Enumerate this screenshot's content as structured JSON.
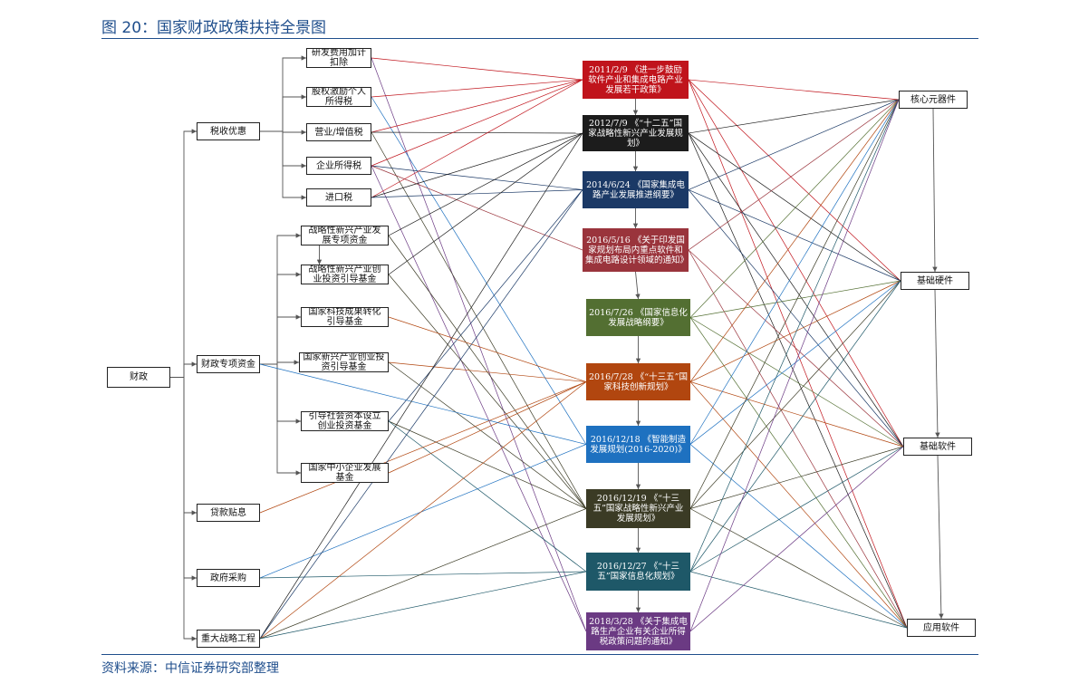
{
  "header": {
    "title": "图 20：国家财政政策扶持全景图"
  },
  "footer": {
    "source": "资料来源：中信证券研究部整理"
  },
  "diagram": {
    "nodes": [
      {
        "id": "caizheng",
        "label": "财政"
      },
      {
        "id": "shuishou",
        "label": "税收优惠"
      },
      {
        "id": "zhuanxiang",
        "label": "财政专项资金"
      },
      {
        "id": "daikuan",
        "label": "贷款贴息"
      },
      {
        "id": "caigou",
        "label": "政府采购"
      },
      {
        "id": "zhongda",
        "label": "重大战略工程"
      },
      {
        "id": "t1",
        "label": "研发费用加计扣除"
      },
      {
        "id": "t2",
        "label": "股权激励个人所得税"
      },
      {
        "id": "t3",
        "label": "营业/增值税"
      },
      {
        "id": "t4",
        "label": "企业所得税"
      },
      {
        "id": "t5",
        "label": "进口税"
      },
      {
        "id": "f1",
        "label": "战略性新兴产业发展专项资金"
      },
      {
        "id": "f2",
        "label": "战略性新兴产业创业投资引导基金"
      },
      {
        "id": "f3",
        "label": "国家科技成果转化引导基金"
      },
      {
        "id": "f4",
        "label": "国家新兴产业创业投资引导基金"
      },
      {
        "id": "f5",
        "label": "引导社会资本设立创业投资基金"
      },
      {
        "id": "f6",
        "label": "国家中小企业发展基金"
      },
      {
        "id": "p1",
        "label": "2011/2/9 《进一步鼓励软件产业和集成电路产业发展若干政策》",
        "color": "#c0141c"
      },
      {
        "id": "p2",
        "label": "2012/7/9 《“十二五”国家战略性新兴产业发展规划》",
        "color": "#1c1c1c"
      },
      {
        "id": "p3",
        "label": "2014/6/24 《国家集成电路产业发展推进纲要》",
        "color": "#1b3966"
      },
      {
        "id": "p4",
        "label": "2016/5/16 《关于印发国家规划布局内重点软件和集成电路设计领域的通知》",
        "color": "#9a343c"
      },
      {
        "id": "p5",
        "label": "2016/7/26 《国家信息化发展战略纲要》",
        "color": "#536f32"
      },
      {
        "id": "p6",
        "label": "2016/7/28 《“十三五”国家科技创新规划》",
        "color": "#b1460f"
      },
      {
        "id": "p7",
        "label": "2016/12/18 《智能制造发展规划(2016-2020)》",
        "color": "#1e71c0"
      },
      {
        "id": "p8",
        "label": "2016/12/19 《“十三五”国家战略性新兴产业发展规划》",
        "color": "#3b3b25"
      },
      {
        "id": "p9",
        "label": "2016/12/27 《“十三五”国家信息化规划》",
        "color": "#1e5868"
      },
      {
        "id": "p10",
        "label": "2018/3/28 《关于集成电路生产企业有关企业所得税政策问题的通知》",
        "color": "#6b3a83"
      },
      {
        "id": "r1",
        "label": "核心元器件"
      },
      {
        "id": "r2",
        "label": "基础硬件"
      },
      {
        "id": "r3",
        "label": "基础软件"
      },
      {
        "id": "r4",
        "label": "应用软件"
      }
    ],
    "edges": [
      {
        "from": "caizheng",
        "to": "shuishou"
      },
      {
        "from": "caizheng",
        "to": "zhuanxiang"
      },
      {
        "from": "caizheng",
        "to": "daikuan"
      },
      {
        "from": "caizheng",
        "to": "caigou"
      },
      {
        "from": "caizheng",
        "to": "zhongda"
      },
      {
        "from": "shuishou",
        "to": "t1"
      },
      {
        "from": "shuishou",
        "to": "t2"
      },
      {
        "from": "shuishou",
        "to": "t3"
      },
      {
        "from": "shuishou",
        "to": "t4"
      },
      {
        "from": "shuishou",
        "to": "t5"
      },
      {
        "from": "zhuanxiang",
        "to": "f1"
      },
      {
        "from": "zhuanxiang",
        "to": "f2"
      },
      {
        "from": "zhuanxiang",
        "to": "f3"
      },
      {
        "from": "zhuanxiang",
        "to": "f4"
      },
      {
        "from": "zhuanxiang",
        "to": "f5"
      },
      {
        "from": "zhuanxiang",
        "to": "f6"
      },
      {
        "from": "f1",
        "to": "f2"
      },
      {
        "from": "p1",
        "to": "p2"
      },
      {
        "from": "p2",
        "to": "p3"
      },
      {
        "from": "p3",
        "to": "p4"
      },
      {
        "from": "p4",
        "to": "p5"
      },
      {
        "from": "p5",
        "to": "p6"
      },
      {
        "from": "p6",
        "to": "p7"
      },
      {
        "from": "p7",
        "to": "p8"
      },
      {
        "from": "p8",
        "to": "p9"
      },
      {
        "from": "p9",
        "to": "p10"
      },
      {
        "from": "r1",
        "to": "r2"
      },
      {
        "from": "r2",
        "to": "r3"
      },
      {
        "from": "r3",
        "to": "r4"
      },
      {
        "from": "t1",
        "to": "p1",
        "color": "#c0141c"
      },
      {
        "from": "t1",
        "to": "p10",
        "color": "#6b3a83"
      },
      {
        "from": "t2",
        "to": "p1",
        "color": "#c0141c"
      },
      {
        "from": "t2",
        "to": "p7",
        "color": "#1e71c0"
      },
      {
        "from": "t3",
        "to": "p1",
        "color": "#c0141c"
      },
      {
        "from": "t3",
        "to": "p2",
        "color": "#1c1c1c"
      },
      {
        "from": "t3",
        "to": "p8",
        "color": "#3b3b25"
      },
      {
        "from": "t4",
        "to": "p1",
        "color": "#c0141c"
      },
      {
        "from": "t4",
        "to": "p3",
        "color": "#1b3966"
      },
      {
        "from": "t4",
        "to": "p4",
        "color": "#9a343c"
      },
      {
        "from": "t4",
        "to": "p10",
        "color": "#6b3a83"
      },
      {
        "from": "t5",
        "to": "p1",
        "color": "#c0141c"
      },
      {
        "from": "t5",
        "to": "p2",
        "color": "#1c1c1c"
      },
      {
        "from": "t5",
        "to": "p3",
        "color": "#1b3966"
      },
      {
        "from": "f1",
        "to": "p2",
        "color": "#1c1c1c"
      },
      {
        "from": "f1",
        "to": "p8",
        "color": "#3b3b25"
      },
      {
        "from": "f2",
        "to": "p2",
        "color": "#1c1c1c"
      },
      {
        "from": "f2",
        "to": "p8",
        "color": "#3b3b25"
      },
      {
        "from": "f3",
        "to": "p6",
        "color": "#b1460f"
      },
      {
        "from": "f4",
        "to": "p6",
        "color": "#b1460f"
      },
      {
        "from": "f4",
        "to": "p8",
        "color": "#3b3b25"
      },
      {
        "from": "f5",
        "to": "p3",
        "color": "#1b3966"
      },
      {
        "from": "f5",
        "to": "p8",
        "color": "#3b3b25"
      },
      {
        "from": "f5",
        "to": "p9",
        "color": "#1e5868"
      },
      {
        "from": "f6",
        "to": "p6",
        "color": "#b1460f"
      },
      {
        "from": "zhuanxiang",
        "to": "p7",
        "color": "#1e71c0"
      },
      {
        "from": "daikuan",
        "to": "p6",
        "color": "#b1460f"
      },
      {
        "from": "caigou",
        "to": "p7",
        "color": "#1e71c0"
      },
      {
        "from": "caigou",
        "to": "p9",
        "color": "#1e5868"
      },
      {
        "from": "zhongda",
        "to": "p2",
        "color": "#1c1c1c"
      },
      {
        "from": "zhongda",
        "to": "p3",
        "color": "#1b3966"
      },
      {
        "from": "zhongda",
        "to": "p6",
        "color": "#b1460f"
      },
      {
        "from": "zhongda",
        "to": "p8",
        "color": "#3b3b25"
      },
      {
        "from": "zhongda",
        "to": "p9",
        "color": "#1e5868"
      },
      {
        "from": "p1",
        "to": "r1",
        "color": "#c0141c"
      },
      {
        "from": "p1",
        "to": "r2",
        "color": "#c0141c"
      },
      {
        "from": "p1",
        "to": "r3",
        "color": "#c0141c"
      },
      {
        "from": "p1",
        "to": "r4",
        "color": "#c0141c"
      },
      {
        "from": "p2",
        "to": "r1",
        "color": "#1c1c1c"
      },
      {
        "from": "p2",
        "to": "r2",
        "color": "#1c1c1c"
      },
      {
        "from": "p2",
        "to": "r3",
        "color": "#1c1c1c"
      },
      {
        "from": "p2",
        "to": "r4",
        "color": "#1c1c1c"
      },
      {
        "from": "p3",
        "to": "r1",
        "color": "#1b3966"
      },
      {
        "from": "p3",
        "to": "r2",
        "color": "#1b3966"
      },
      {
        "from": "p3",
        "to": "r3",
        "color": "#1b3966"
      },
      {
        "from": "p4",
        "to": "r1",
        "color": "#9a343c"
      },
      {
        "from": "p4",
        "to": "r3",
        "color": "#9a343c"
      },
      {
        "from": "p4",
        "to": "r4",
        "color": "#9a343c"
      },
      {
        "from": "p5",
        "to": "r1",
        "color": "#536f32"
      },
      {
        "from": "p5",
        "to": "r2",
        "color": "#536f32"
      },
      {
        "from": "p5",
        "to": "r3",
        "color": "#536f32"
      },
      {
        "from": "p5",
        "to": "r4",
        "color": "#536f32"
      },
      {
        "from": "p6",
        "to": "r1",
        "color": "#b1460f"
      },
      {
        "from": "p6",
        "to": "r2",
        "color": "#b1460f"
      },
      {
        "from": "p6",
        "to": "r3",
        "color": "#b1460f"
      },
      {
        "from": "p6",
        "to": "r4",
        "color": "#b1460f"
      },
      {
        "from": "p7",
        "to": "r1",
        "color": "#1e71c0"
      },
      {
        "from": "p7",
        "to": "r2",
        "color": "#1e71c0"
      },
      {
        "from": "p7",
        "to": "r4",
        "color": "#1e71c0"
      },
      {
        "from": "p8",
        "to": "r1",
        "color": "#3b3b25"
      },
      {
        "from": "p8",
        "to": "r2",
        "color": "#3b3b25"
      },
      {
        "from": "p8",
        "to": "r3",
        "color": "#3b3b25"
      },
      {
        "from": "p8",
        "to": "r4",
        "color": "#3b3b25"
      },
      {
        "from": "p9",
        "to": "r1",
        "color": "#1e5868"
      },
      {
        "from": "p9",
        "to": "r2",
        "color": "#1e5868"
      },
      {
        "from": "p9",
        "to": "r3",
        "color": "#1e5868"
      },
      {
        "from": "p9",
        "to": "r4",
        "color": "#1e5868"
      },
      {
        "from": "p10",
        "to": "r1",
        "color": "#6b3a83"
      },
      {
        "from": "p10",
        "to": "r3",
        "color": "#6b3a83"
      }
    ]
  }
}
